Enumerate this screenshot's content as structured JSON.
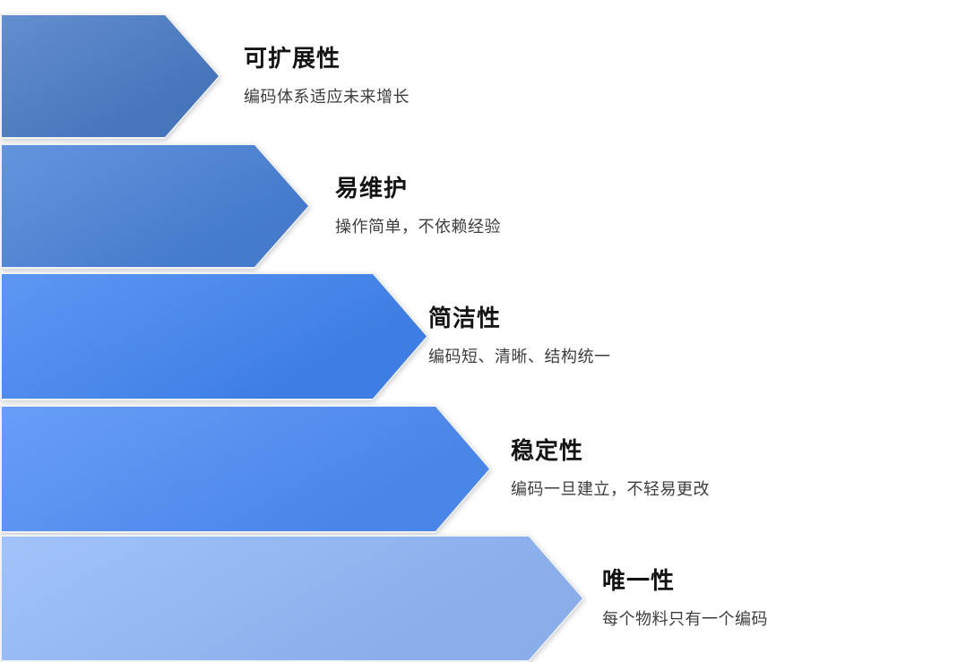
{
  "diagram": {
    "items": [
      {
        "title": "可扩展性",
        "description": "编码体系适应未来增长",
        "color": "#4a7cc7"
      },
      {
        "title": "易维护",
        "description": "操作简单，不依赖经验",
        "color": "#4a83d9"
      },
      {
        "title": "简洁性",
        "description": "编码短、清晰、结构统一",
        "color": "#4286f2"
      },
      {
        "title": "稳定性",
        "description": "编码一旦建立，不轻易更改",
        "color": "#4f8ef7"
      },
      {
        "title": "唯一性",
        "description": "每个物料只有一个编码",
        "color": "#92b9f9"
      }
    ]
  }
}
